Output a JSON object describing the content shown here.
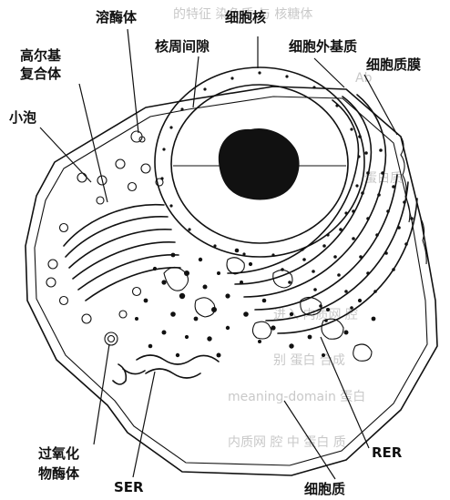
{
  "labels": {
    "lysosome": "溶酶体",
    "nucleus": "细胞核",
    "golgi_line1": "高尔基",
    "golgi_line2": "复合体",
    "perinuclear_space": "核周间隙",
    "ecm": "细胞外基质",
    "plasma_membrane": "细胞质膜",
    "vesicle": "小泡",
    "peroxisome_line1": "过氧化",
    "peroxisome_line2": "物酶体",
    "ser": "SER",
    "rer": "RER",
    "cytoplasm": "细胞质"
  },
  "colors": {
    "ink": "#111111",
    "background": "#ffffff",
    "show_through_text": "#c9c9c9"
  }
}
